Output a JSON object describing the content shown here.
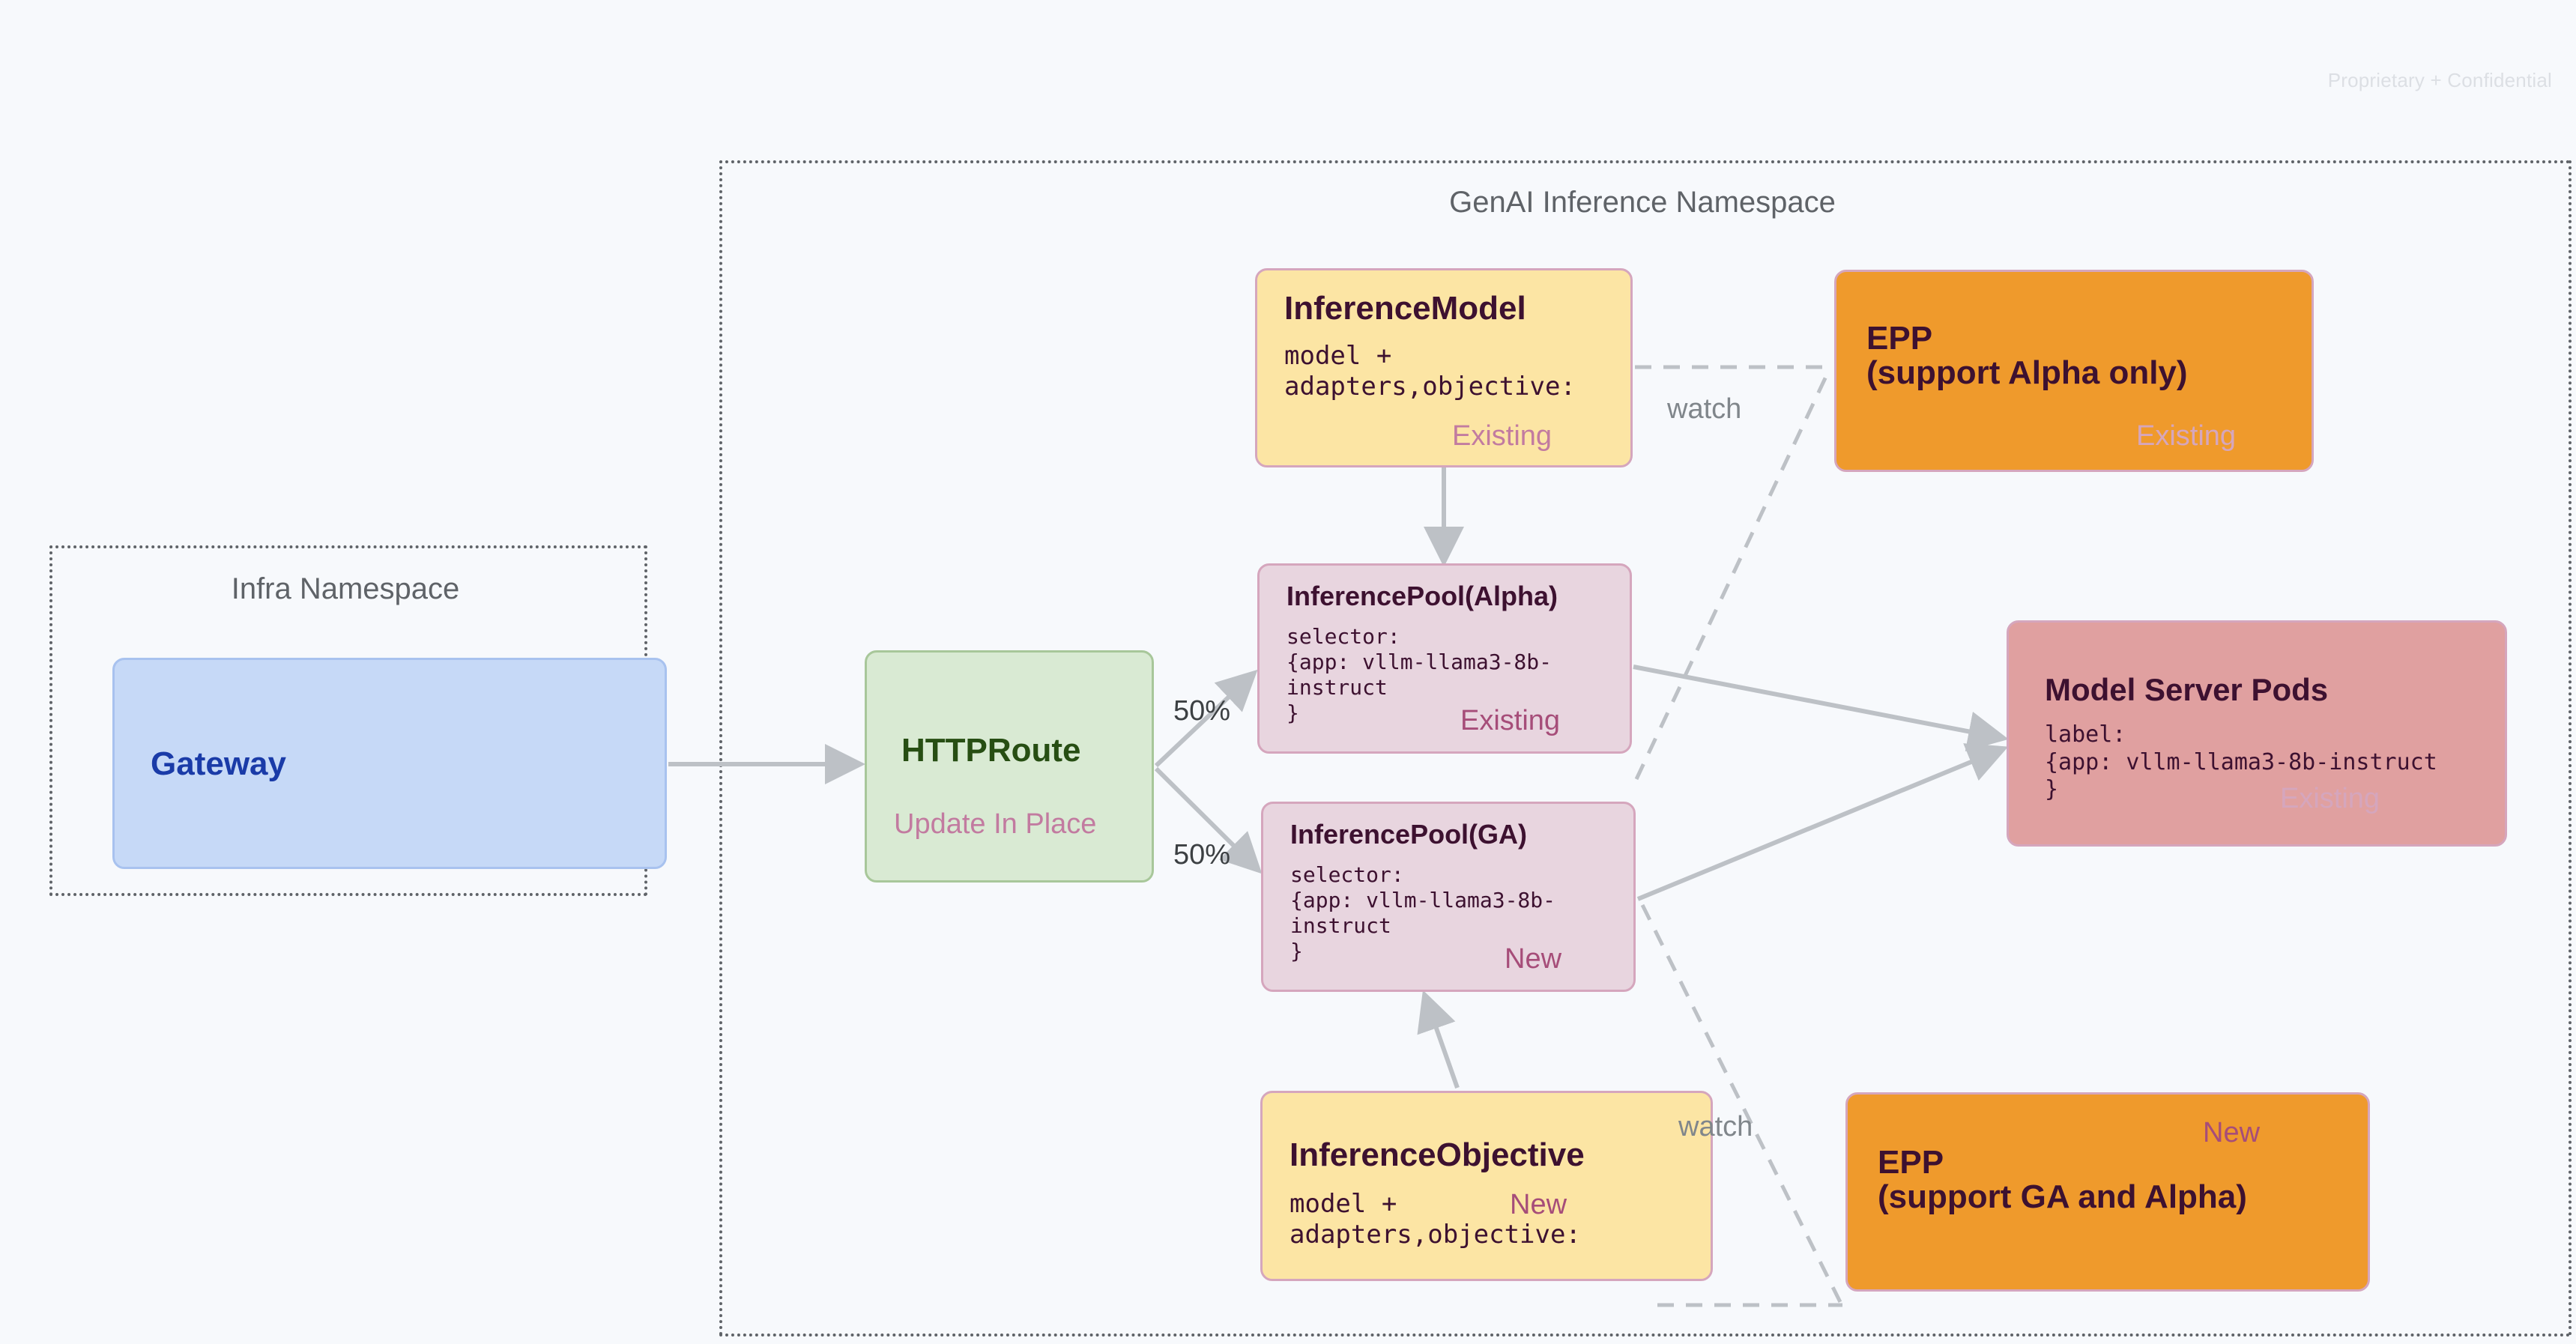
{
  "watermark": "Proprietary + Confidential",
  "namespaces": [
    {
      "id": "infra",
      "title": "Infra Namespace"
    },
    {
      "id": "genai",
      "title": "GenAI Inference Namespace"
    }
  ],
  "nodes": {
    "gateway": {
      "title": "Gateway",
      "body": "",
      "tag": ""
    },
    "httproute": {
      "title": "HTTPRoute",
      "body": "",
      "tag": "Update In Place"
    },
    "inferencemodel": {
      "title": "InferenceModel",
      "body": "model + adapters,objective:",
      "tag": "Existing"
    },
    "poolalpha": {
      "title": "InferencePool(Alpha)",
      "body": "selector:\n{app: vllm-llama3-8b-instruct\n}",
      "tag": "Existing"
    },
    "poolga": {
      "title": "InferencePool(GA)",
      "body": "selector:\n{app: vllm-llama3-8b-instruct\n}",
      "tag": "New"
    },
    "inferenceobjective": {
      "title": "InferenceObjective",
      "body": "model + adapters,objective:",
      "tag": "New"
    },
    "eppalpha": {
      "title": "EPP\n(support Alpha only)",
      "body": "",
      "tag": "Existing"
    },
    "eppga": {
      "title": "EPP\n(support GA and Alpha)",
      "body": "",
      "tag": "New"
    },
    "modelserverpods": {
      "title": "Model Server Pods",
      "body": "label:\n{app: vllm-llama3-8b-instruct\n}",
      "tag": "Existing"
    }
  },
  "edge_labels": {
    "split_top": "50%",
    "split_bottom": "50%",
    "watch_top": "watch",
    "watch_bottom": "watch"
  },
  "colors": {
    "page_background": "#f7f9fc",
    "namespace_border": "#5f6368",
    "gateway_fill": "#c6d9f7",
    "gateway_text": "#1a3ba8",
    "httproute_fill": "#d9ead3",
    "httproute_text": "#274e13",
    "model_fill": "#fce5a4",
    "pool_fill": "#e8d5df",
    "epp_fill": "#ef9a2c",
    "pods_fill": "#e0a0a0",
    "node_border": "#d5a6bd",
    "tag_new": "#a64d79",
    "tag_existing": "#c27ba0",
    "connector": "#bdc1c6",
    "watermark": "#dcdfe4"
  }
}
